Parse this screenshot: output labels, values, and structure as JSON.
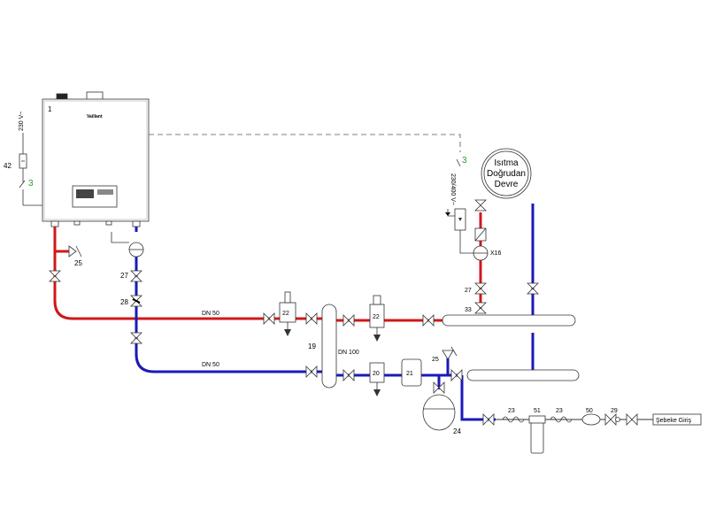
{
  "colors": {
    "supply": "#d01818",
    "return": "#1a1ab8",
    "control": "#2e9b2e",
    "line": "#333333"
  },
  "labels": {
    "boiler_num": "1",
    "boiler_brand": "Vaillant",
    "voltage_left": "230 V~",
    "tag_42": "42",
    "ctrl_left": "3",
    "ctrl_right": "3",
    "voltage_right": "230/400 V~",
    "circuit_line1": "Isıtma",
    "circuit_line2": "Doğrudan",
    "circuit_line3": "Devre",
    "tag_25_left": "25",
    "tag_27_left": "27",
    "tag_28": "28",
    "dn_supply": "DN 50",
    "dn_return": "DN 50",
    "tag_22_a": "22",
    "tag_19": "19",
    "dn_header": "DN 100",
    "tag_22_b": "22",
    "tag_x16": "X16",
    "tag_27_right": "27",
    "tag_33": "33",
    "tag_20": "20",
    "tag_21": "21",
    "tag_25_right": "25",
    "tag_24": "24",
    "tag_23_a": "23",
    "tag_51": "51",
    "tag_23_b": "23",
    "tag_50": "50",
    "tag_29": "29",
    "mains_inlet": "Şebeke Giriş"
  }
}
